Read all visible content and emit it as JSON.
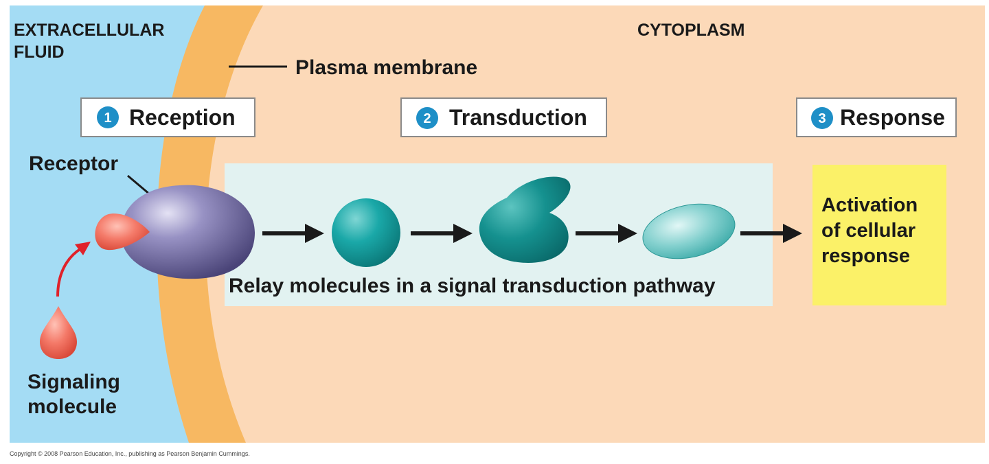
{
  "regions": {
    "extracellular_line1": "EXTRACELLULAR",
    "extracellular_line2": "FLUID",
    "cytoplasm": "CYTOPLASM"
  },
  "labels": {
    "plasma_membrane": "Plasma membrane",
    "receptor": "Receptor",
    "signaling_line1": "Signaling",
    "signaling_line2": "molecule",
    "relay_caption": "Relay molecules in a signal transduction pathway"
  },
  "stages": [
    {
      "number": "1",
      "label": "Reception"
    },
    {
      "number": "2",
      "label": "Transduction"
    },
    {
      "number": "3",
      "label": "Response"
    }
  ],
  "response_box": {
    "line1": "Activation",
    "line2": "of cellular",
    "line3": "response"
  },
  "colors": {
    "extracellular": "#a4dcf4",
    "membrane": "#f7b862",
    "cytoplasm": "#fcd9b8",
    "relay_panel": "#e2f2f1",
    "response_box": "#fbf168",
    "stage_number": "#1e8fc7",
    "receptor": "#6e679f",
    "signal_molecule": "#f26b5b",
    "relay_molecule": "#1aa8a8",
    "arrow": "#1a1a1a",
    "curved_arrow": "#e0222a"
  },
  "icons": {
    "signal_molecule": "teardrop-shape",
    "receptor": "ovoid-protein-shape",
    "relay_1": "sphere-shape",
    "relay_2": "notched-protein-shape",
    "relay_3": "ellipse-shape"
  },
  "copyright": "Copyright © 2008 Pearson Education, Inc., publishing as Pearson Benjamin Cummings."
}
